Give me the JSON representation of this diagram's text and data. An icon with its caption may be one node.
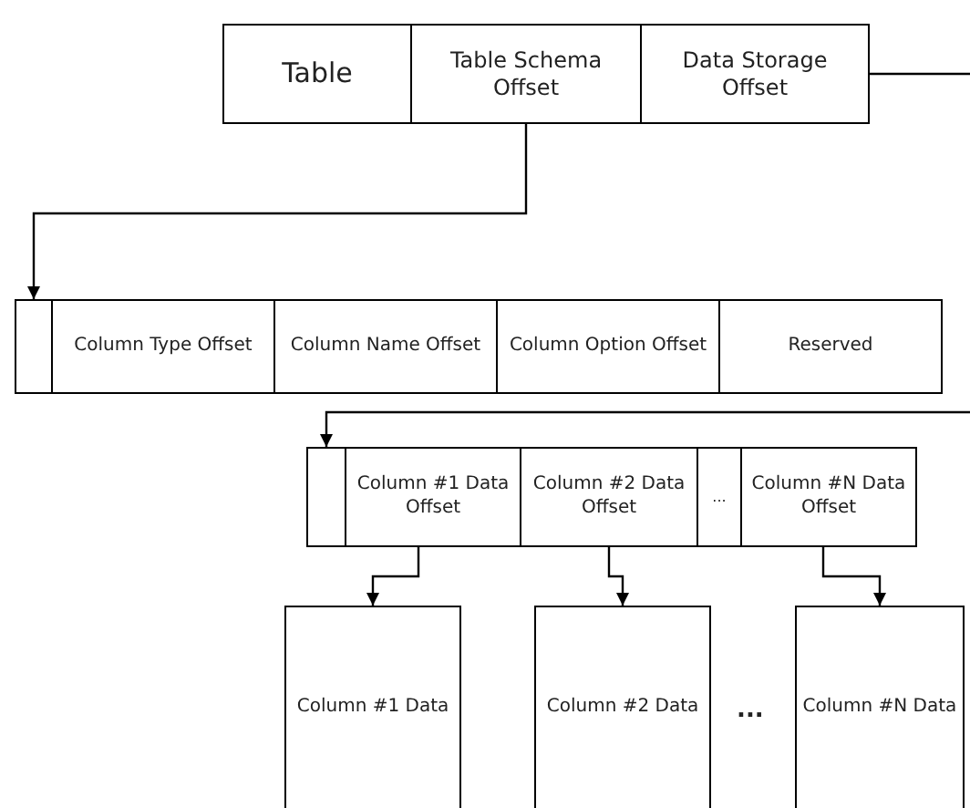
{
  "diagram": {
    "nodes": [
      {
        "text": [
          "Table"
        ]
      },
      {
        "text": [
          "Table Schema Offset"
        ]
      },
      {
        "text": [
          "Data Storage Offset"
        ]
      },
      {
        "text": [],
        "shape": "box"
      },
      {
        "text": [
          "Column Type Offset"
        ]
      },
      {
        "text": [
          "Column Name Offset"
        ]
      },
      {
        "text": [
          "Column Option Offset"
        ]
      },
      {
        "text": [
          "Reserved"
        ]
      },
      {
        "text": [],
        "shape": "box"
      },
      {
        "text": [
          "Column #1 Data Offset"
        ]
      },
      {
        "text": [
          "Column #2 Data Offset"
        ]
      },
      {
        "text": [
          "..."
        ]
      },
      {
        "text": [
          "Column #N Data Offset"
        ]
      },
      {
        "text": [
          "Column #1 Data"
        ]
      },
      {
        "text": [
          "Column #2 Data"
        ]
      },
      {
        "text": [
          "Column #N Data"
        ]
      }
    ],
    "edges": [
      {
        "from": 1,
        "to": 3,
        "arrow": "to"
      },
      {
        "from": 2,
        "to": null,
        "arrow": "none"
      },
      {
        "from": null,
        "to": 8,
        "arrow": "to"
      },
      {
        "from": 9,
        "to": 13,
        "arrow": "to"
      },
      {
        "from": 10,
        "to": 14,
        "arrow": "to"
      },
      {
        "from": 12,
        "to": 15,
        "arrow": "to"
      }
    ],
    "labels": [
      "..."
    ]
  }
}
